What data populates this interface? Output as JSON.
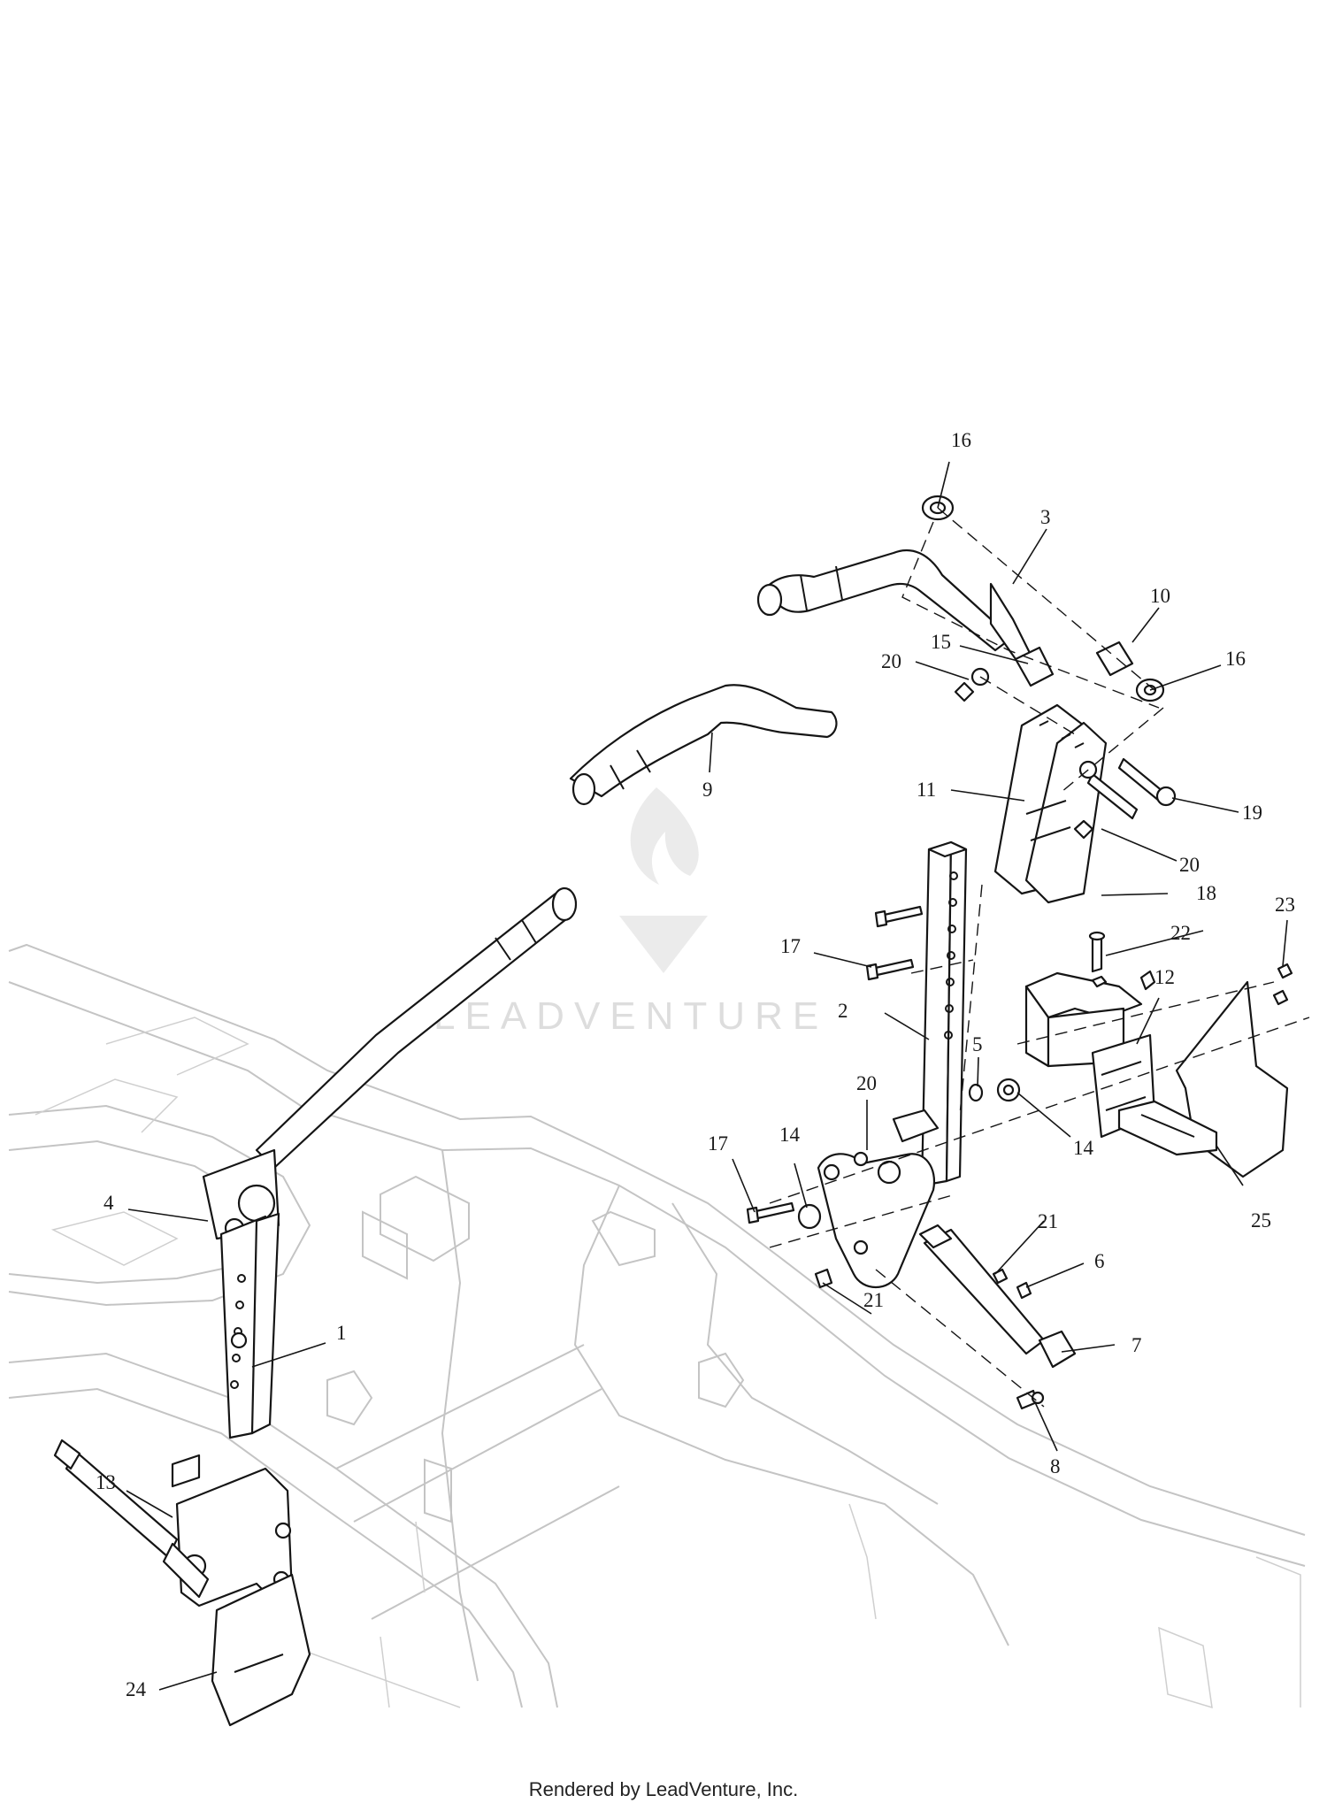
{
  "watermark": "LEADVENTURE",
  "footer": "Rendered by LeadVenture, Inc.",
  "callouts": [
    {
      "id": "1",
      "label": "1"
    },
    {
      "id": "2",
      "label": "2"
    },
    {
      "id": "3",
      "label": "3"
    },
    {
      "id": "4",
      "label": "4"
    },
    {
      "id": "5",
      "label": "5"
    },
    {
      "id": "6",
      "label": "6"
    },
    {
      "id": "7",
      "label": "7"
    },
    {
      "id": "8",
      "label": "8"
    },
    {
      "id": "9",
      "label": "9"
    },
    {
      "id": "10",
      "label": "10"
    },
    {
      "id": "11",
      "label": "11"
    },
    {
      "id": "12",
      "label": "12"
    },
    {
      "id": "13",
      "label": "13"
    },
    {
      "id": "14a",
      "label": "14"
    },
    {
      "id": "14b",
      "label": "14"
    },
    {
      "id": "15",
      "label": "15"
    },
    {
      "id": "16a",
      "label": "16"
    },
    {
      "id": "16b",
      "label": "16"
    },
    {
      "id": "17a",
      "label": "17"
    },
    {
      "id": "17b",
      "label": "17"
    },
    {
      "id": "18",
      "label": "18"
    },
    {
      "id": "19",
      "label": "19"
    },
    {
      "id": "20a",
      "label": "20"
    },
    {
      "id": "20b",
      "label": "20"
    },
    {
      "id": "20c",
      "label": "20"
    },
    {
      "id": "21a",
      "label": "21"
    },
    {
      "id": "21b",
      "label": "21"
    },
    {
      "id": "22",
      "label": "22"
    },
    {
      "id": "23",
      "label": "23"
    },
    {
      "id": "24",
      "label": "24"
    },
    {
      "id": "25",
      "label": "25"
    }
  ]
}
